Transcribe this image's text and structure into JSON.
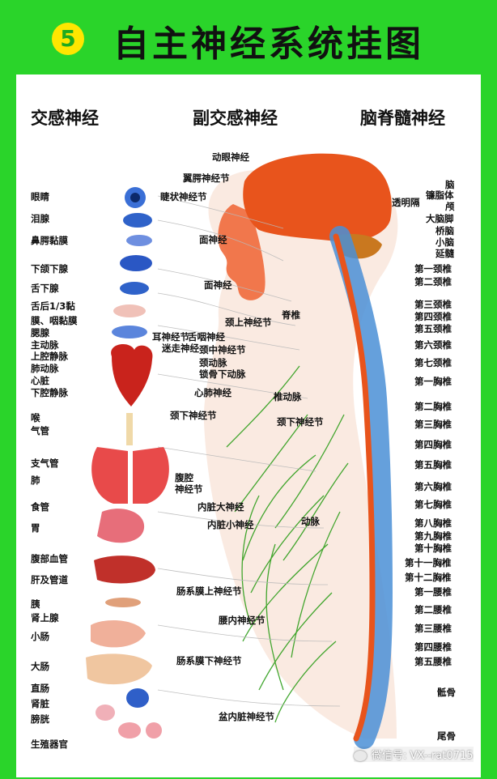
{
  "header": {
    "number": "5",
    "title": "自主神经系统挂图"
  },
  "sections": {
    "sympathetic": "交感神经",
    "parasympathetic": "副交感神经",
    "spinal": "脑脊髓神经"
  },
  "left_labels": [
    "眼睛",
    "泪腺",
    "鼻腭黏膜",
    "下颌下腺",
    "舌下腺",
    "舌后1/3黏",
    "膜、咽黏膜",
    "腮腺",
    "主动脉",
    "上腔静脉",
    "肺动脉",
    "心脏",
    "下腔静脉",
    "喉",
    "气管",
    "支气管",
    "肺",
    "食管",
    "胃",
    "腹部血管",
    "肝及管道",
    "胰",
    "肾上腺",
    "小肠",
    "大肠",
    "直肠",
    "肾脏",
    "膀胱",
    "生殖器官"
  ],
  "center_labels": [
    "动眼神经",
    "翼腭神经节",
    "睫状神经节",
    "面神经",
    "面神经",
    "耳神经节",
    "迷走神经",
    "舌咽神经",
    "颈上神经节",
    "脊椎",
    "颈中神经节",
    "颈动脉",
    "锁骨下动脉",
    "心肺神经",
    "椎动脉",
    "颈下神经节",
    "颈下神经节",
    "腹腔",
    "神经节",
    "内脏大神经",
    "内脏小神经",
    "动脉",
    "肠系膜上神经节",
    "腰内神经节",
    "肠系膜下神经节",
    "盆内脏神经节"
  ],
  "right_labels": [
    "脑",
    "镰脂体",
    "透明隔",
    "颅",
    "大脑脚",
    "桥脑",
    "小脑",
    "延髓",
    "第一颈椎",
    "第二颈椎",
    "第三颈椎",
    "第四颈椎",
    "第五颈椎",
    "第六颈椎",
    "第七颈椎",
    "第一胸椎",
    "第二胸椎",
    "第三胸椎",
    "第四胸椎",
    "第五胸椎",
    "第六胸椎",
    "第七胸椎",
    "第八胸椎",
    "第九胸椎",
    "第十胸椎",
    "第十一胸椎",
    "第十二胸椎",
    "第一腰椎",
    "第二腰椎",
    "第三腰椎",
    "第四腰椎",
    "第五腰椎",
    "骶骨",
    "尾骨"
  ],
  "watermark": "微信号: VX--rat0715",
  "colors": {
    "frame": "#2ad42a",
    "badge": "#ffe600",
    "brain": "#e8541c",
    "nerve": "#2e9e1a",
    "spine": "#4a8fd6"
  }
}
